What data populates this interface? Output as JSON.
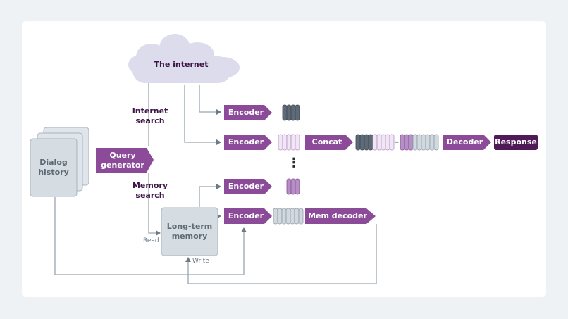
{
  "colors": {
    "background": "#eff2f5",
    "panel": "#ffffff",
    "purple": "#8b4b99",
    "dark_purple": "#4f1a57",
    "light_purple": "#b590c4",
    "pale_purple": "#f1e6f4",
    "slate": "#5e6b77",
    "light_gray": "#d1d9df",
    "line": "#8d9aa5",
    "cloud": "#dcdcec"
  },
  "internet": {
    "label": "The internet"
  },
  "dialog": {
    "label": "Dialog\nhistory"
  },
  "query_generator": {
    "label": "Query\ngenerator"
  },
  "internet_search": {
    "label": "Internet\nsearch"
  },
  "memory_search": {
    "label": "Memory\nsearch"
  },
  "long_term_memory": {
    "label": "Long-term\nmemory"
  },
  "read_label": "Read",
  "write_label": "Write",
  "encoders": [
    "Encoder",
    "Encoder",
    "Encoder",
    "Encoder"
  ],
  "concat": {
    "label": "Concat"
  },
  "dash": "–",
  "decoder": {
    "label": "Decoder"
  },
  "response": {
    "label": "Response"
  },
  "mem_decoder": {
    "label": "Mem decoder"
  },
  "ellipsis": "⋮"
}
